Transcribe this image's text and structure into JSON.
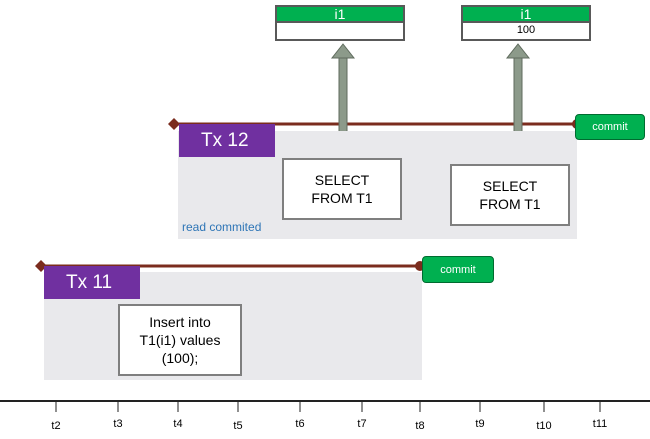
{
  "tx12": {
    "label": "Tx 12",
    "commit": "commit",
    "isolation": "read commited",
    "select1": [
      "SELECT",
      "FROM T1"
    ],
    "select2": [
      "SELECT",
      "FROM T1"
    ],
    "result1": {
      "header": "i1",
      "value": ""
    },
    "result2": {
      "header": "i1",
      "value": "100"
    }
  },
  "tx11": {
    "label": "Tx 11",
    "commit": "commit",
    "statement": [
      "Insert into",
      "T1(i1) values",
      "(100);"
    ]
  },
  "timeline": {
    "ticks": [
      "t2",
      "t3",
      "t4",
      "t5",
      "t6",
      "t7",
      "t8",
      "t9",
      "t10",
      "t11"
    ]
  },
  "colors": {
    "transaction_label": "#7030a0",
    "commit": "#00b050",
    "timeline_bar": "#7b2c1e",
    "isolation_text": "#2e75b6"
  }
}
